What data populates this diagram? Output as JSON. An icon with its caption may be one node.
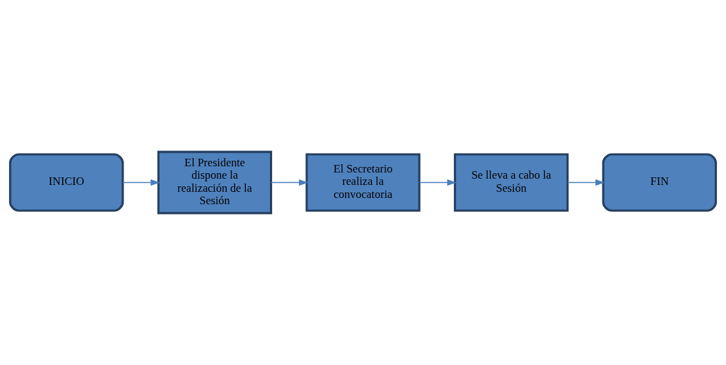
{
  "diagram": {
    "nodes": [
      {
        "text": [
          "INICIO"
        ]
      },
      {
        "text": [
          "El Presidente dispone la realización de la Sesión"
        ]
      },
      {
        "text": [
          "El Secretario realiza la convocatoria"
        ]
      },
      {
        "text": [
          "Se lleva a cabo la Sesión"
        ]
      },
      {
        "text": [
          "FIN"
        ]
      }
    ],
    "edges": [
      {
        "from": 0,
        "to": 1,
        "arrow": "to"
      },
      {
        "from": 1,
        "to": 2,
        "arrow": "to"
      },
      {
        "from": 2,
        "to": 3,
        "arrow": "to"
      },
      {
        "from": 3,
        "to": 4,
        "arrow": "to"
      }
    ]
  }
}
